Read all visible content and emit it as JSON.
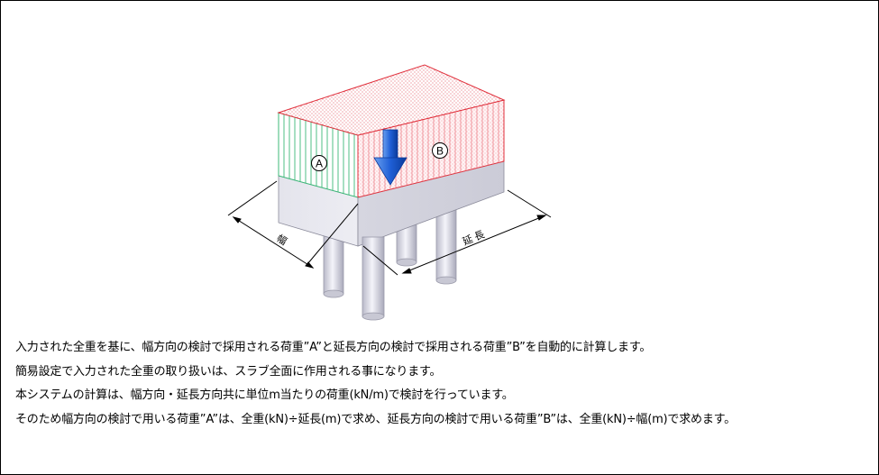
{
  "figure": {
    "label_a": "A",
    "label_b": "B",
    "dim_width": "幅",
    "dim_length": "延長",
    "colors": {
      "load_a": "#3cb878",
      "load_b": "#e8737a",
      "load_top": "#f07d86",
      "slab": "#e7e7ee",
      "pile": "#dcdce6",
      "arrow": "#1f5fd6"
    }
  },
  "notes": [
    "入力された全重を基に、幅方向の検討で採用される荷重”A”と延長方向の検討で採用される荷重”B”を自動的に計算します。",
    "簡易設定で入力された全重の取り扱いは、スラブ全面に作用される事になります。",
    "本システムの計算は、幅方向・延長方向共に単位m当たりの荷重(kN/m)で検討を行っています。",
    "そのため幅方向の検討で用いる荷重”A”は、全重(kN)÷延長(m)で求め、延長方向の検討で用いる荷重”B”は、全重(kN)÷幅(m)で求めます。"
  ]
}
